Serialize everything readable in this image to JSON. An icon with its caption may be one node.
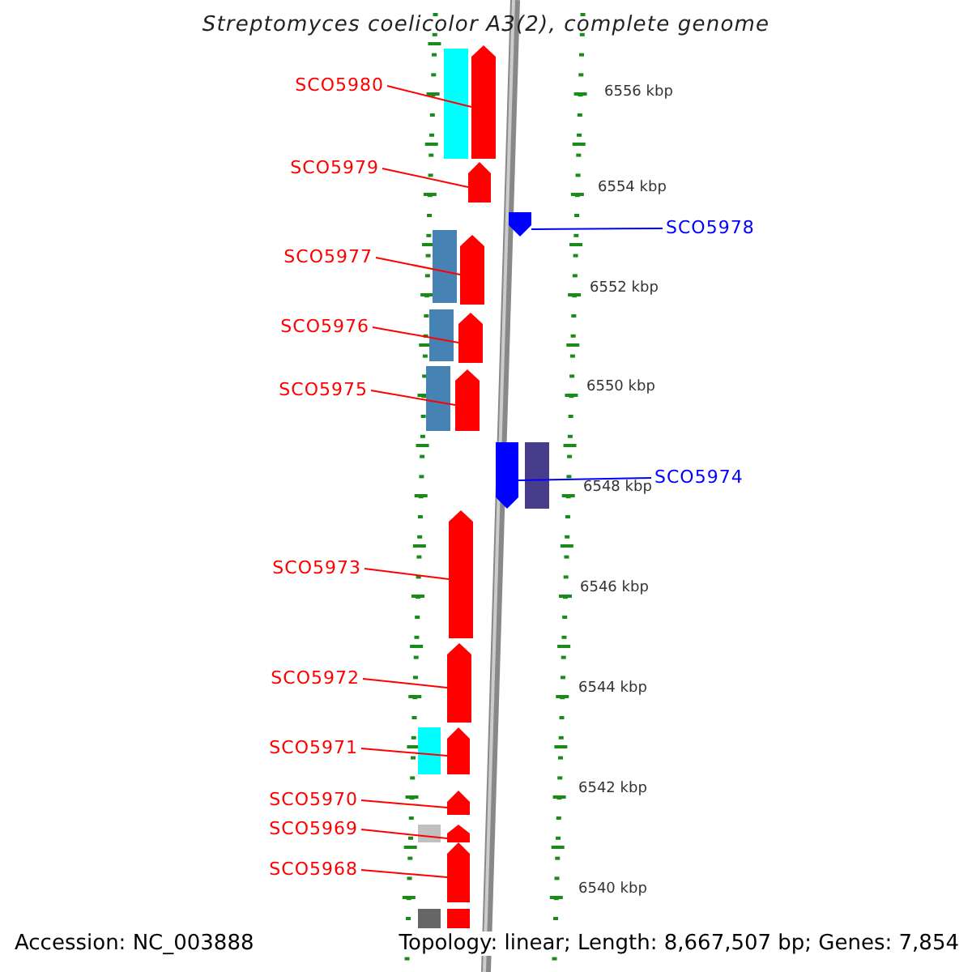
{
  "diagram": {
    "title": "Streptomyces coelicolor A3(2), complete genome",
    "nodes": [
      {
        "text": [
          "SCO5980"
        ]
      },
      {
        "text": [
          "SCO5979"
        ]
      },
      {
        "text": [
          "SCO5978"
        ]
      },
      {
        "text": [
          "SCO5977"
        ]
      },
      {
        "text": [
          "SCO5976"
        ]
      },
      {
        "text": [
          "SCO5975"
        ]
      },
      {
        "text": [
          "SCO5974"
        ]
      },
      {
        "text": [
          "SCO5973"
        ]
      },
      {
        "text": [
          "SCO5972"
        ]
      },
      {
        "text": [
          "SCO5971"
        ]
      },
      {
        "text": [
          "SCO5970"
        ]
      },
      {
        "text": [
          "SCO5969"
        ]
      },
      {
        "text": [
          "SCO5968"
        ]
      },
      {
        "text": [],
        "shape": "bar"
      },
      {
        "text": [],
        "shape": "bar"
      },
      {
        "text": [],
        "shape": "bar"
      },
      {
        "text": [],
        "shape": "bar"
      },
      {
        "text": [],
        "shape": "bar"
      },
      {
        "text": [],
        "shape": "bar"
      },
      {
        "text": [],
        "shape": "bar"
      },
      {
        "text": [],
        "shape": "bar"
      },
      {
        "text": [],
        "shape": "bar"
      },
      {
        "text": [],
        "shape": "bar"
      },
      {
        "text": [],
        "shape": "bar"
      },
      {
        "text": [],
        "shape": "bar"
      },
      {
        "text": [],
        "shape": "bar"
      }
    ],
    "edges": [
      {
        "from": 0,
        "to": 13,
        "arrow": "none"
      },
      {
        "from": 1,
        "to": 14,
        "arrow": "none"
      },
      {
        "from": 2,
        "to": 15,
        "arrow": "none",
        "color": "#0000ff"
      },
      {
        "from": 3,
        "to": 16,
        "arrow": "none"
      },
      {
        "from": 4,
        "to": 17,
        "arrow": "none"
      },
      {
        "from": 5,
        "to": 18,
        "arrow": "none"
      },
      {
        "from": 6,
        "to": 19,
        "arrow": "none",
        "color": "#0000ff"
      },
      {
        "from": 7,
        "to": 20,
        "arrow": "none"
      },
      {
        "from": 8,
        "to": 21,
        "arrow": "none"
      },
      {
        "from": 9,
        "to": 22,
        "arrow": "none"
      },
      {
        "from": 10,
        "to": 23,
        "arrow": "none"
      },
      {
        "from": 11,
        "to": 24,
        "arrow": "none"
      },
      {
        "from": 12,
        "to": 25,
        "arrow": "none"
      }
    ],
    "labels": [
      "6556 kbp",
      "6554 kbp",
      "6552 kbp",
      "6550 kbp",
      "6548 kbp",
      "6546 kbp",
      "6544 kbp",
      "6542 kbp",
      "6540 kbp",
      "Accession: NC_003888",
      "Topology: linear; Length: 8,667,507 bp; Genes: 7,854"
    ]
  }
}
